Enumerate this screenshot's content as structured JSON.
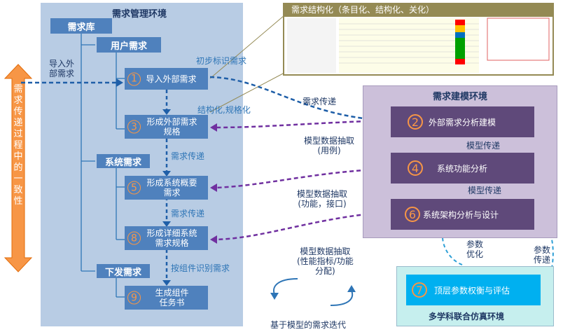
{
  "left_arrow_text": [
    "需",
    "求",
    "传",
    "递",
    "过",
    "程",
    "中",
    "的",
    "一",
    "致",
    "性"
  ],
  "req_env": {
    "title": "需求管理环境",
    "repo": "需求库",
    "user_req": "用户需求",
    "sys_req": "系统需求",
    "issue_req": "下发需求",
    "import_label": [
      "导入外",
      "部需求"
    ],
    "steps": [
      {
        "num": "1",
        "text": [
          "导入外部需求"
        ]
      },
      {
        "num": "3",
        "text": [
          "形成外部需求",
          "规格"
        ]
      },
      {
        "num": "5",
        "text": [
          "形成系统概要",
          "需求"
        ]
      },
      {
        "num": "8",
        "text": [
          "形成详细系统",
          "需求规格"
        ]
      },
      {
        "num": "9",
        "text": [
          "生成组件",
          "任务书"
        ]
      }
    ],
    "labels": {
      "initial_mark": "初步标识需求",
      "structurize": "结构化,规格化",
      "pass1": "需求传递",
      "pass2": "需求传递",
      "by_component": "按组件识别需求"
    }
  },
  "screenshot": {
    "title": "需求结构化（条目化、结构化、关化）"
  },
  "model_env": {
    "title": "需求建模环境",
    "steps": [
      {
        "num": "2",
        "text": "外部需求分析建模"
      },
      {
        "num": "4",
        "text": "系统功能分析"
      },
      {
        "num": "6",
        "text": "系统架构分析与设计"
      }
    ],
    "model_pass_1": "模型传递",
    "model_pass_2": "模型传递"
  },
  "flows": {
    "req_pass": "需求传递",
    "extract1": [
      "模型数据抽取",
      "(用例)"
    ],
    "extract2": [
      "模型数据抽取",
      "(功能，接口)"
    ],
    "extract3": [
      "模型数据抽取",
      "(性能指标/功能",
      "分配)"
    ],
    "param_opt": [
      "参数",
      "优化"
    ],
    "param_pass": [
      "参数",
      "传递"
    ]
  },
  "sim_env": {
    "title": "多学科联合仿真环境",
    "step": {
      "num": "7",
      "text": "顶层参数权衡与评估"
    }
  },
  "iteration_label": "基于模型的需求迭代"
}
